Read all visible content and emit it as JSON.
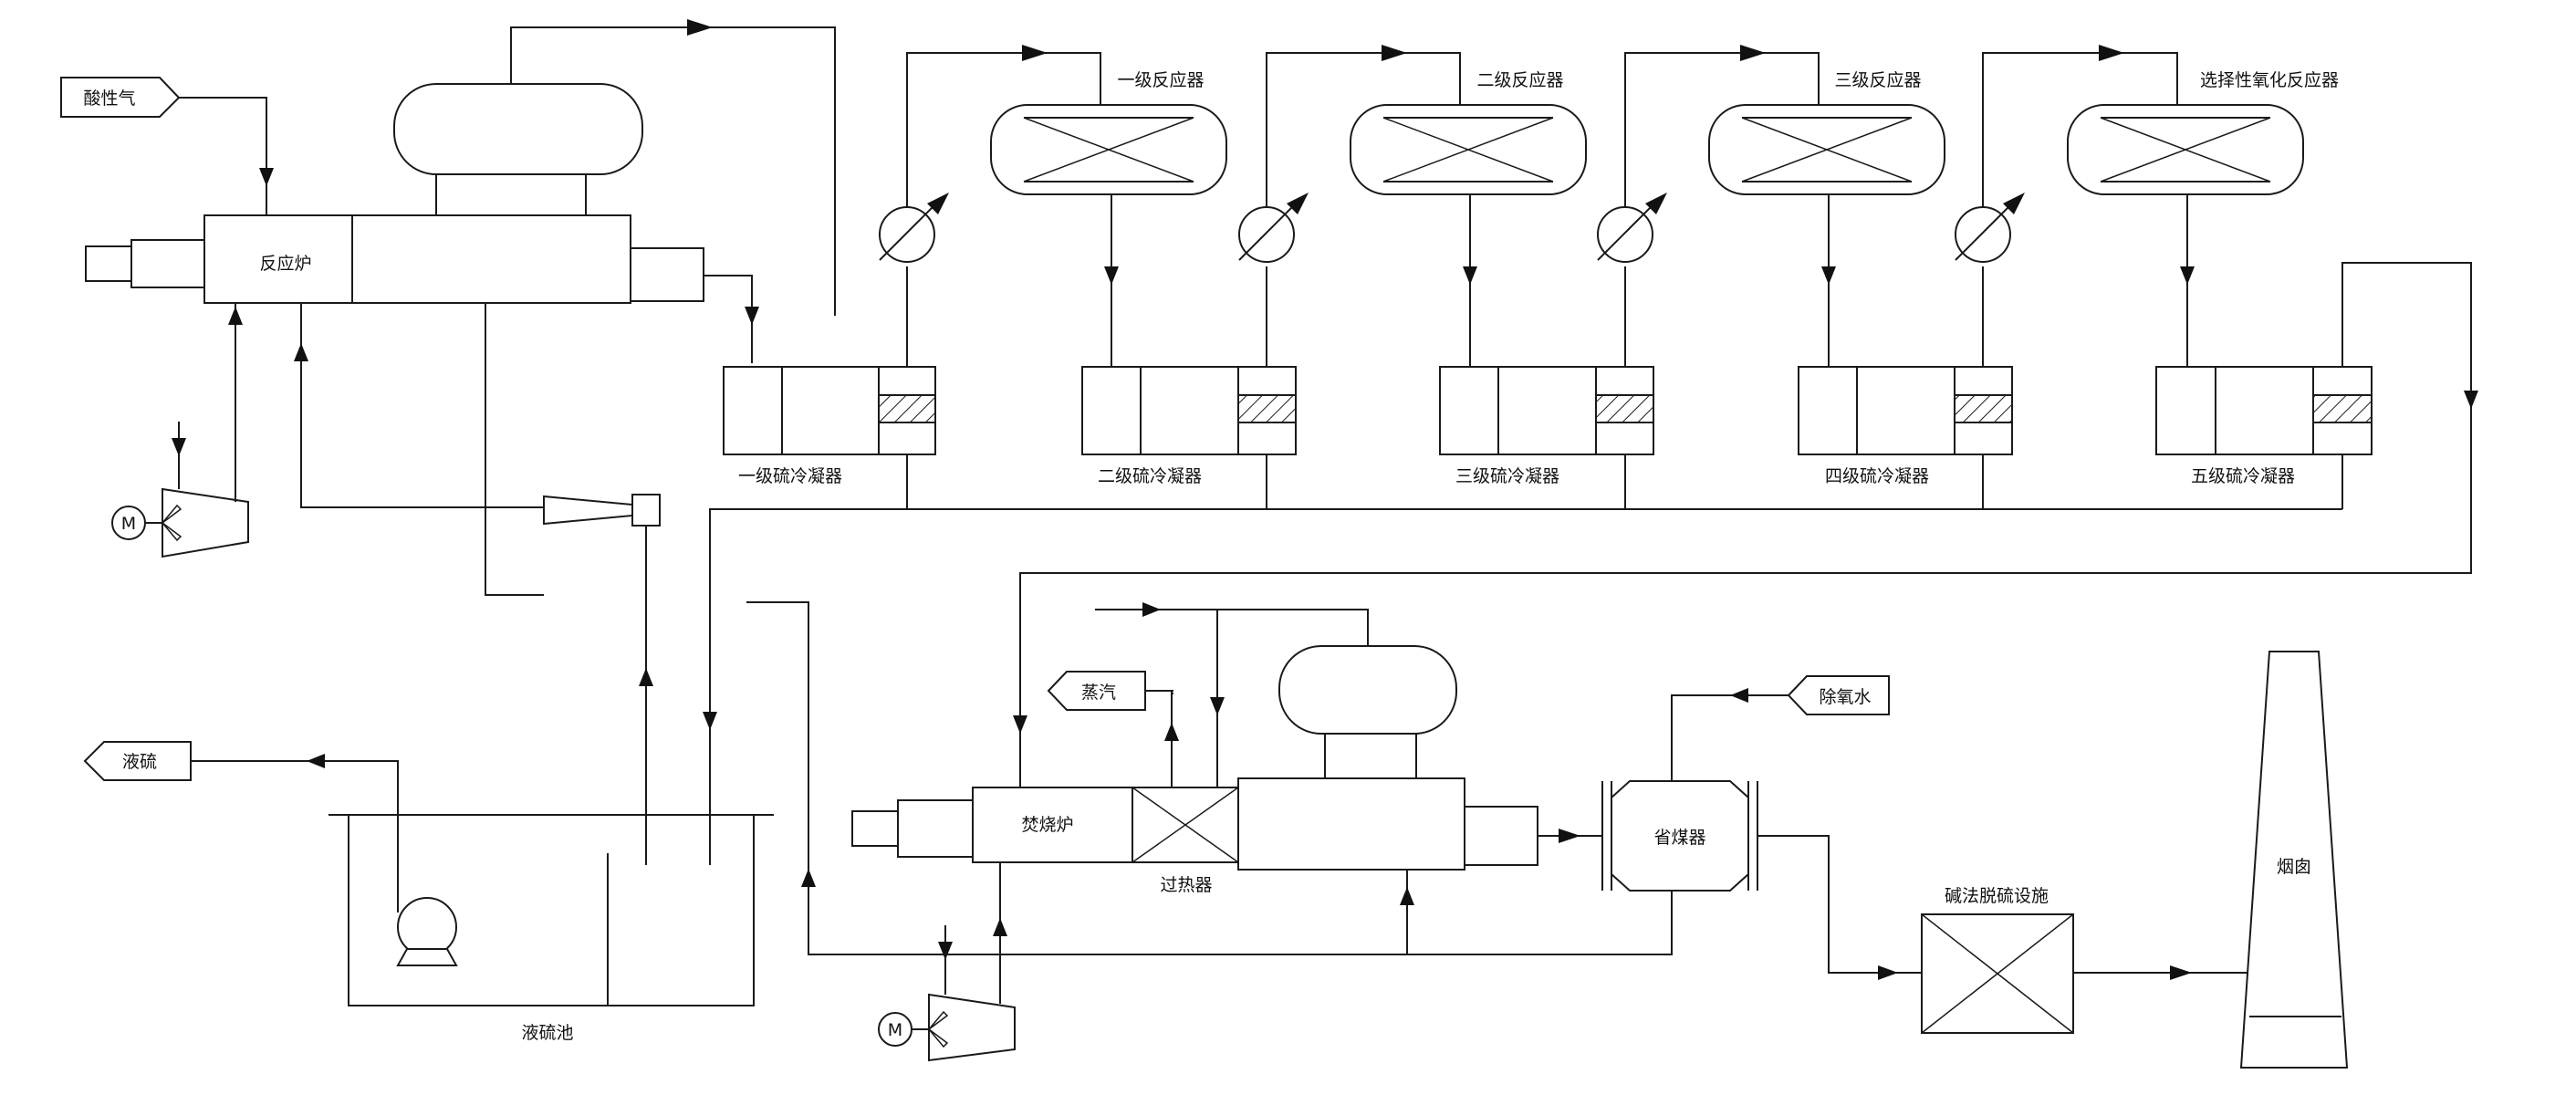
{
  "labels": {
    "acid_gas": "酸性气",
    "reaction_furnace": "反应炉",
    "reactor_1": "一级反应器",
    "reactor_2": "二级反应器",
    "reactor_3": "三级反应器",
    "selective_oxidation_reactor": "选择性氧化反应器",
    "condenser_1": "一级硫冷凝器",
    "condenser_2": "二级硫冷凝器",
    "condenser_3": "三级硫冷凝器",
    "condenser_4": "四级硫冷凝器",
    "condenser_5": "五级硫冷凝器",
    "liquid_sulfur": "液硫",
    "sulfur_pit": "液硫池",
    "steam": "蒸汽",
    "incinerator": "焚烧炉",
    "superheater": "过热器",
    "deaerated_water": "除氧水",
    "economizer": "省煤器",
    "alkali_desulfurization": "碱法脱硫设施",
    "chimney": "烟囱",
    "motor_1": "M",
    "motor_2": "M"
  }
}
